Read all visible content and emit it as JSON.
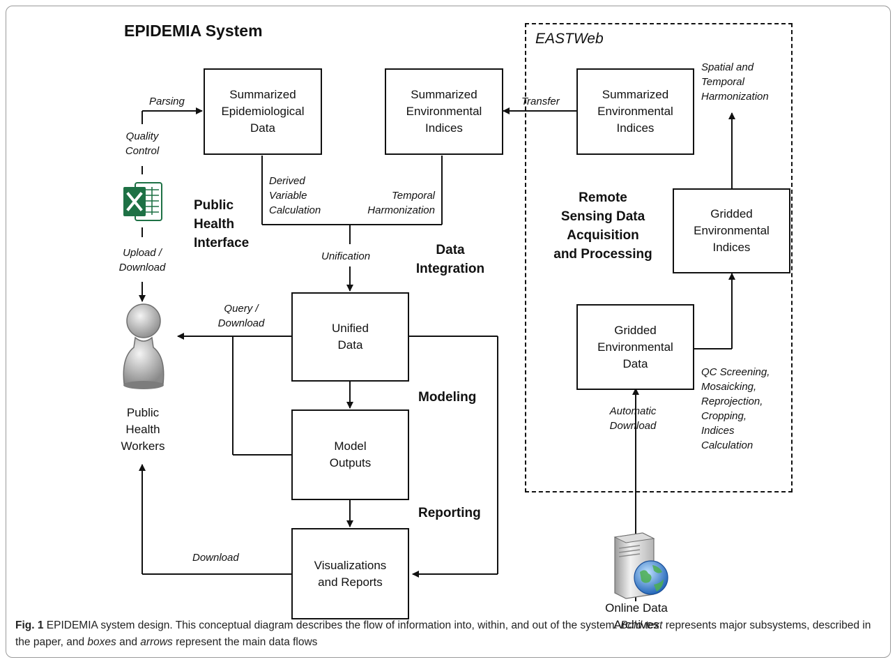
{
  "title": "EPIDEMIA System",
  "eastweb_label": "EASTWeb",
  "boxes": {
    "summ_epi": "Summarized\nEpidemiological\nData",
    "summ_env": "Summarized\nEnvironmental\nIndices",
    "east_summ_env": "Summarized\nEnvironmental\nIndices",
    "gridded_indices": "Gridded\nEnvironmental\nIndices",
    "gridded_data": "Gridded\nEnvironmental\nData",
    "unified": "Unified\nData",
    "model": "Model\nOutputs",
    "viz": "Visualizations\nand Reports"
  },
  "flow_labels": {
    "parsing": "Parsing",
    "quality_control": "Quality\nControl",
    "upload_download": "Upload /\nDownload",
    "derived": "Derived\nVariable\nCalculation",
    "temporal_harm": "Temporal\nHarmonization",
    "transfer": "Transfer",
    "spatial_temporal": "Spatial and\nTemporal\nHarmonization",
    "unification": "Unification",
    "query_download": "Query /\nDownload",
    "qc_screening": "QC Screening,\nMosaicking,\nReprojection,\nCropping,\nIndices\nCalculation",
    "automatic_download": "Automatic\nDownload",
    "download": "Download"
  },
  "subsystems": {
    "public_health_interface": "Public\nHealth\nInterface",
    "remote_sensing": "Remote\nSensing Data\nAcquisition\nand Processing",
    "data_integration": "Data\nIntegration",
    "modeling": "Modeling",
    "reporting": "Reporting"
  },
  "actors": {
    "workers": "Public\nHealth\nWorkers",
    "archives": "Online Data\nArchives"
  },
  "icons": {
    "excel": "excel-icon",
    "user": "user-icon",
    "server": "server-globe-icon"
  },
  "caption": {
    "label": "Fig. 1",
    "text1": " EPIDEMIA system design. This conceptual diagram describes the flow of information into, within, and out of the system. ",
    "bold_text": "Bold text",
    "text2": " represents major subsystems, described in the paper, and ",
    "boxes_word": "boxes",
    "text3": " and ",
    "arrows_word": "arrows",
    "text4": " represent the main data flows"
  }
}
